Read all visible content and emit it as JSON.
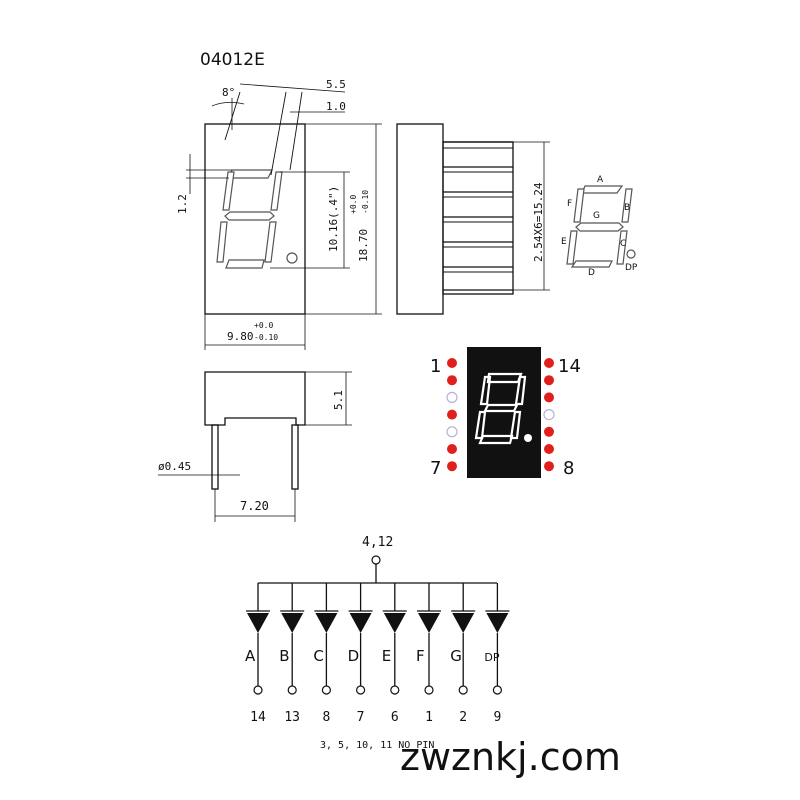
{
  "part_number": "04012E",
  "front_view": {
    "dim_width": "9.80",
    "dim_width_tol_top": "+0.0",
    "dim_width_tol_bottom": "-0.10",
    "dim_height": "18.70",
    "dim_height_tol_top": "+0.0",
    "dim_height_tol_bottom": "-0.10",
    "dim_digit": "10.16(.4\")",
    "dim_seg": "1.2",
    "dim_slant": "8°",
    "dim_top_a": "5.5",
    "dim_top_b": "1.0"
  },
  "side_view": {
    "dim_pitch": "2.54X6=15.24"
  },
  "segment_legend": {
    "labels": [
      "A",
      "B",
      "C",
      "D",
      "E",
      "F",
      "G",
      "DP"
    ]
  },
  "bottom_view": {
    "dim_thickness": "5.1",
    "dim_pin_dia": "ø0.45",
    "dim_pin_span": "7.20"
  },
  "pinout": {
    "left_top": "1",
    "left_bottom": "7",
    "right_top": "14",
    "right_bottom": "8",
    "pin_present": [
      true,
      true,
      false,
      true,
      false,
      true,
      true
    ],
    "pin_present_right": [
      true,
      true,
      true,
      false,
      true,
      true,
      true
    ],
    "colors": {
      "pin": "#e0201c",
      "empty": "#b9b0d8",
      "body": "#111111"
    }
  },
  "circuit": {
    "common_label": "4,12",
    "segments": [
      "A",
      "B",
      "C",
      "D",
      "E",
      "F",
      "G",
      "DP"
    ],
    "pins": [
      "14",
      "13",
      "8",
      "7",
      "6",
      "1",
      "2",
      "9"
    ],
    "note": "3, 5, 10, 11 NO PIN"
  },
  "watermark": "zwznkj.com"
}
